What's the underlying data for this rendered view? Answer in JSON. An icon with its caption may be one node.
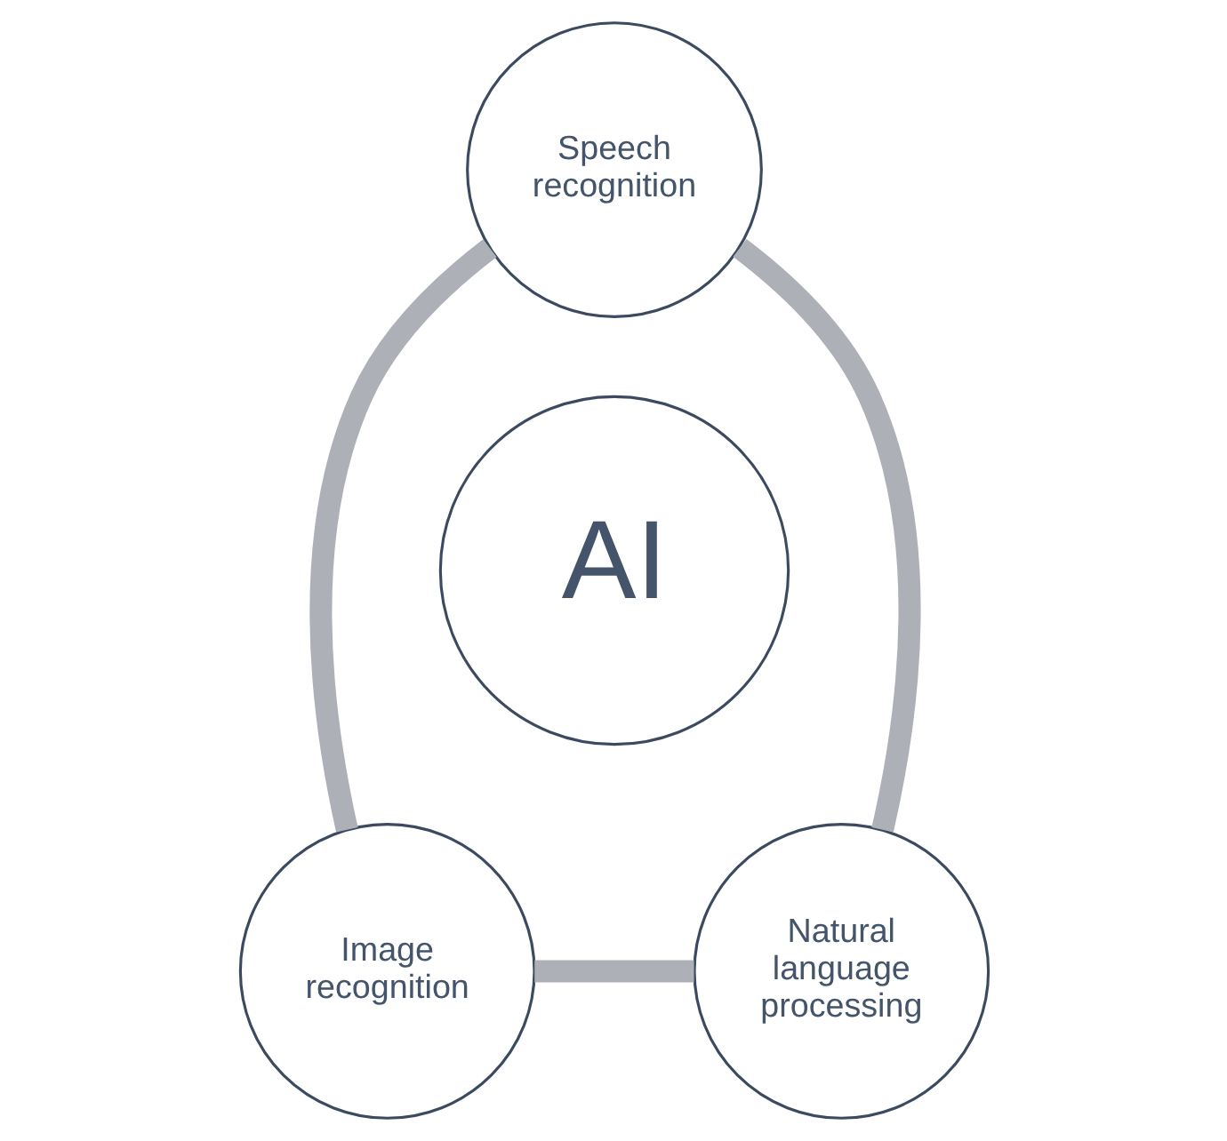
{
  "diagram": {
    "nodes": [
      {
        "text": [
          "Speech recognition"
        ]
      },
      {
        "text": [
          "AI"
        ]
      },
      {
        "text": [
          "Image recognition"
        ]
      },
      {
        "text": [
          "Natural language processing"
        ]
      }
    ],
    "edges": [
      {
        "from": 0,
        "to": 3,
        "arrow": "none"
      },
      {
        "from": 3,
        "to": 2,
        "arrow": "none"
      },
      {
        "from": 2,
        "to": 0,
        "arrow": "none"
      }
    ]
  }
}
